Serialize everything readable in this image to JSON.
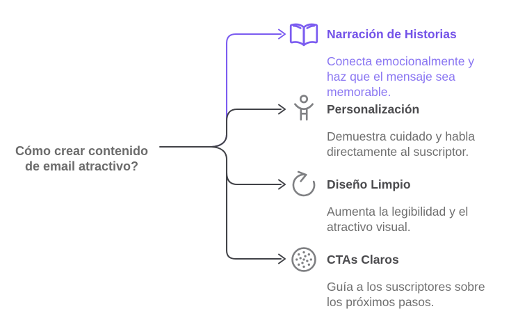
{
  "diagram": {
    "type": "mindmap-flow",
    "question": "Cómo crear contenido\nde email atractivo?",
    "branches": [
      {
        "title": "Narración de Historias",
        "description": "Conecta emocionalmente y\nhaz que el mensaje sea\nmemorable.",
        "icon": "open-book-icon",
        "highlighted": true
      },
      {
        "title": "Personalización",
        "description": "Demuestra cuidado y habla\ndirectamente al suscriptor.",
        "icon": "person-raised-arms-icon",
        "highlighted": false
      },
      {
        "title": "Diseño Limpio",
        "description": "Aumenta la legibilidad y el\natractivo visual.",
        "icon": "circular-arrow-icon",
        "highlighted": false
      },
      {
        "title": "CTAs Claros",
        "description": "Guía a los suscriptores sobre\nlos próximos pasos.",
        "icon": "dotted-circle-icon",
        "highlighted": false
      }
    ],
    "colors": {
      "accent_purple_line": "#7b5cf0",
      "accent_purple_title": "#7352e8",
      "accent_purple_text": "#8a76f2",
      "line_dark": "#414247",
      "heading_gray": "#4b4b4e",
      "body_gray": "#6f6f6f",
      "question_gray": "#6b6b6b",
      "icon_gray": "#7f8083",
      "background": "#ffffff"
    }
  }
}
